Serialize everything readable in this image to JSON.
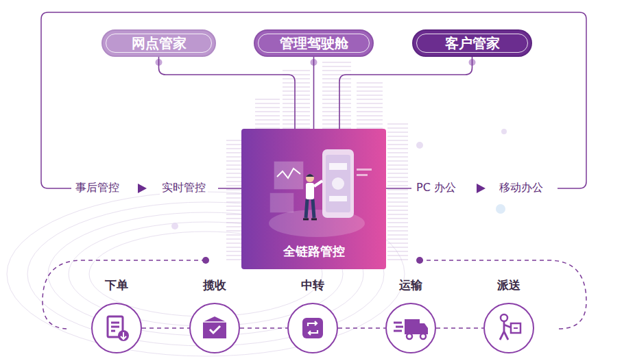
{
  "diagram": {
    "nodes": [
      {
        "text": [
          "网点管家"
        ]
      },
      {
        "text": [
          "管理驾驶舱"
        ]
      },
      {
        "text": [
          "客户管家"
        ]
      },
      {
        "text": [
          "全链路管控"
        ]
      },
      {
        "text": [
          "下单"
        ]
      },
      {
        "text": [
          "揽收"
        ]
      },
      {
        "text": [
          "中转"
        ]
      },
      {
        "text": [
          "运输"
        ]
      },
      {
        "text": [
          "派送"
        ]
      }
    ],
    "edges": [
      {
        "from": 0,
        "to": 3,
        "arrow": "none"
      },
      {
        "from": 1,
        "to": 3,
        "arrow": "none"
      },
      {
        "from": 2,
        "to": 3,
        "arrow": "none"
      },
      {
        "from": 4,
        "to": 5,
        "arrow": "none"
      },
      {
        "from": 5,
        "to": 6,
        "arrow": "none"
      },
      {
        "from": 6,
        "to": 7,
        "arrow": "none"
      },
      {
        "from": 7,
        "to": 8,
        "arrow": "none"
      }
    ],
    "labels": [
      "事后管控",
      "实时管控",
      "PC 办公",
      "移动办公"
    ]
  }
}
